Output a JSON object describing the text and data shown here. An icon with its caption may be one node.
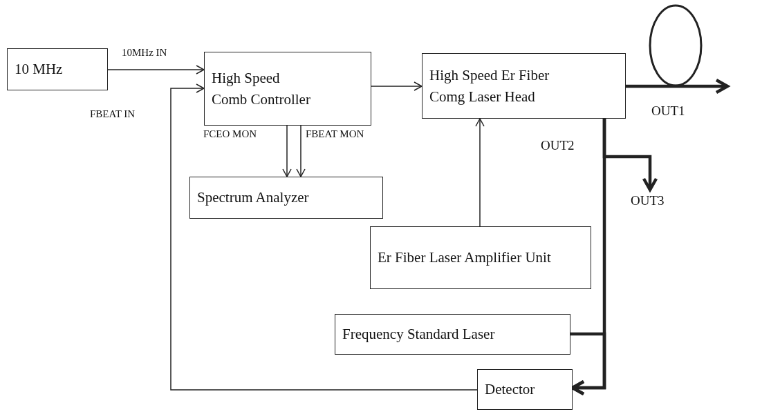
{
  "diagram": {
    "nodes": [
      {
        "text": [
          "10 MHz"
        ]
      },
      {
        "text": [
          "High Speed Comb Controller"
        ]
      },
      {
        "text": [
          "High Speed Er Fiber Comg Laser Head"
        ]
      },
      {
        "text": [
          "Spectrum Analyzer"
        ]
      },
      {
        "text": [
          "Er Fiber Laser Amplifier Unit"
        ]
      },
      {
        "text": [
          "Frequency Standard Laser"
        ]
      },
      {
        "text": [
          "Detector"
        ]
      }
    ],
    "edges": [
      {
        "from": 0,
        "to": 1,
        "arrow": "to",
        "label": "10MHz IN"
      },
      {
        "from": 6,
        "to": 1,
        "arrow": "to",
        "label": "FBEAT IN"
      },
      {
        "from": 1,
        "to": 2,
        "arrow": "to"
      },
      {
        "from": 1,
        "to": 3,
        "arrow": "to",
        "label": "FCEO MON"
      },
      {
        "from": 1,
        "to": 3,
        "arrow": "to",
        "label": "FBEAT MON"
      },
      {
        "from": 4,
        "to": 2,
        "arrow": "to"
      },
      {
        "from": 2,
        "to": null,
        "arrow": "to",
        "label": "OUT1",
        "style": "thick"
      },
      {
        "from": 2,
        "to": 6,
        "arrow": "to",
        "label": "OUT2",
        "style": "thick"
      },
      {
        "from": 2,
        "to": null,
        "arrow": "to",
        "label": "OUT3",
        "style": "thick"
      },
      {
        "from": 5,
        "to": 6,
        "arrow": "to",
        "style": "thick"
      }
    ]
  }
}
